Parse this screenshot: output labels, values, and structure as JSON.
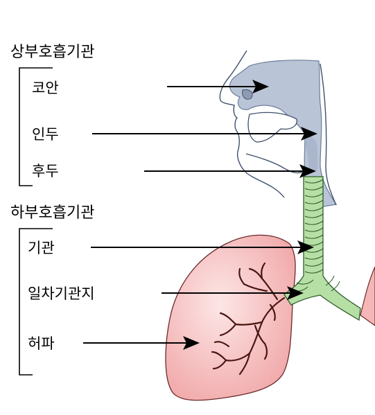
{
  "groups": {
    "upper": "상부호흡기관",
    "lower": "하부호흡기관"
  },
  "labels": {
    "nasal_cavity": "코안",
    "pharynx": "인두",
    "larynx": "후두",
    "trachea": "기관",
    "primary_bronchi": "일차기관지",
    "lungs": "허파"
  },
  "colors": {
    "airway_blue": "#b9c4d6",
    "trachea_green": "#b6dfa6",
    "lung_pink": "#f4b6b6",
    "bronchiole_dark": "#4a1512",
    "outline": "#3d4f6b"
  }
}
